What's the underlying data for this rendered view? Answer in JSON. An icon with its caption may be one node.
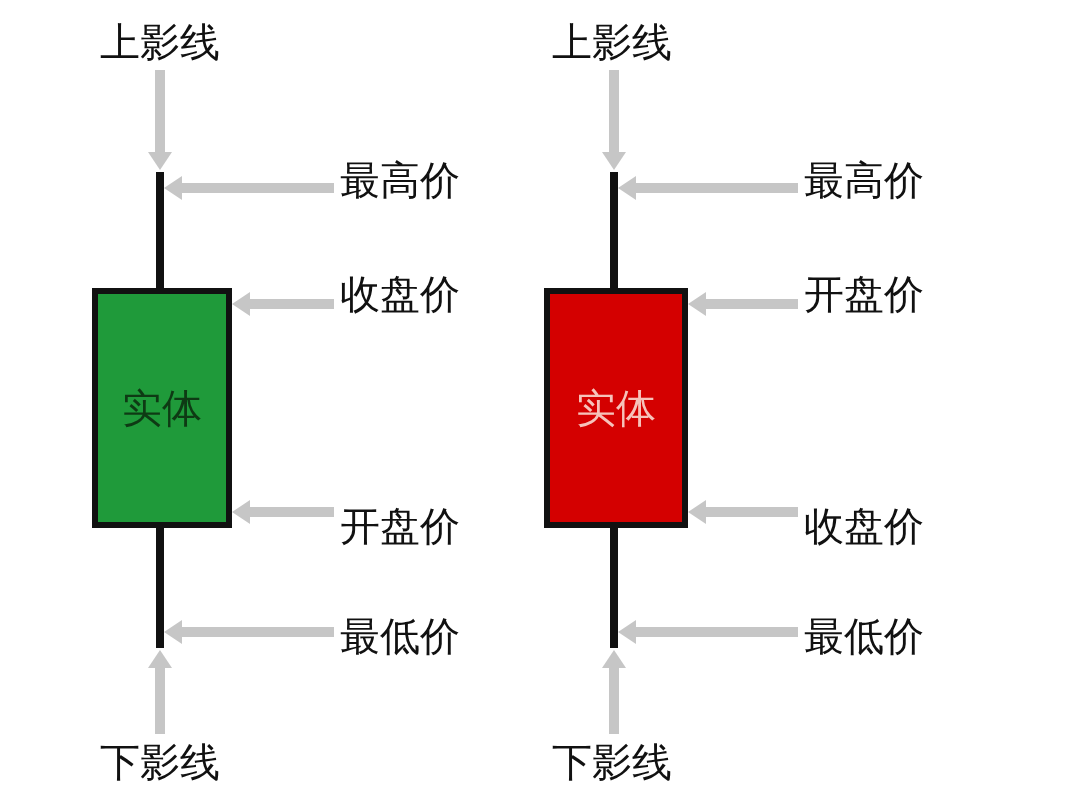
{
  "diagram": {
    "nodes": [
      {
        "text": [
          "上影线"
        ]
      },
      {
        "text": [
          "上影线"
        ]
      },
      {
        "text": [],
        "shape": "bar"
      },
      {
        "text": [
          "最高价"
        ]
      },
      {
        "text": [],
        "shape": "bar"
      },
      {
        "text": [
          "最高价"
        ]
      },
      {
        "text": [
          "实体"
        ]
      },
      {
        "text": [
          "收盘价"
        ]
      },
      {
        "text": [
          "实体"
        ]
      },
      {
        "text": [
          "开盘价"
        ]
      },
      {
        "text": [
          "开盘价"
        ]
      },
      {
        "text": [
          "收盘价"
        ]
      },
      {
        "text": [],
        "shape": "bar"
      },
      {
        "text": [
          "最低价"
        ]
      },
      {
        "text": [],
        "shape": "bar"
      },
      {
        "text": [
          "最低价"
        ]
      },
      {
        "text": [
          "下影线"
        ]
      },
      {
        "text": [
          "下影线"
        ]
      }
    ],
    "edges": [
      {
        "from": 0,
        "to": 2,
        "arrow": "to"
      },
      {
        "from": 1,
        "to": 4,
        "arrow": "to"
      },
      {
        "from": 3,
        "to": 2,
        "arrow": "to"
      },
      {
        "from": 5,
        "to": 4,
        "arrow": "to"
      },
      {
        "from": 7,
        "to": 6,
        "arrow": "to"
      },
      {
        "from": 9,
        "to": 8,
        "arrow": "to"
      },
      {
        "from": 10,
        "to": 6,
        "arrow": "to"
      },
      {
        "from": 11,
        "to": 8,
        "arrow": "to"
      },
      {
        "from": 13,
        "to": 12,
        "arrow": "to"
      },
      {
        "from": 15,
        "to": 14,
        "arrow": "to"
      },
      {
        "from": 16,
        "to": 12,
        "arrow": "to"
      },
      {
        "from": 17,
        "to": 14,
        "arrow": "to"
      }
    ]
  }
}
